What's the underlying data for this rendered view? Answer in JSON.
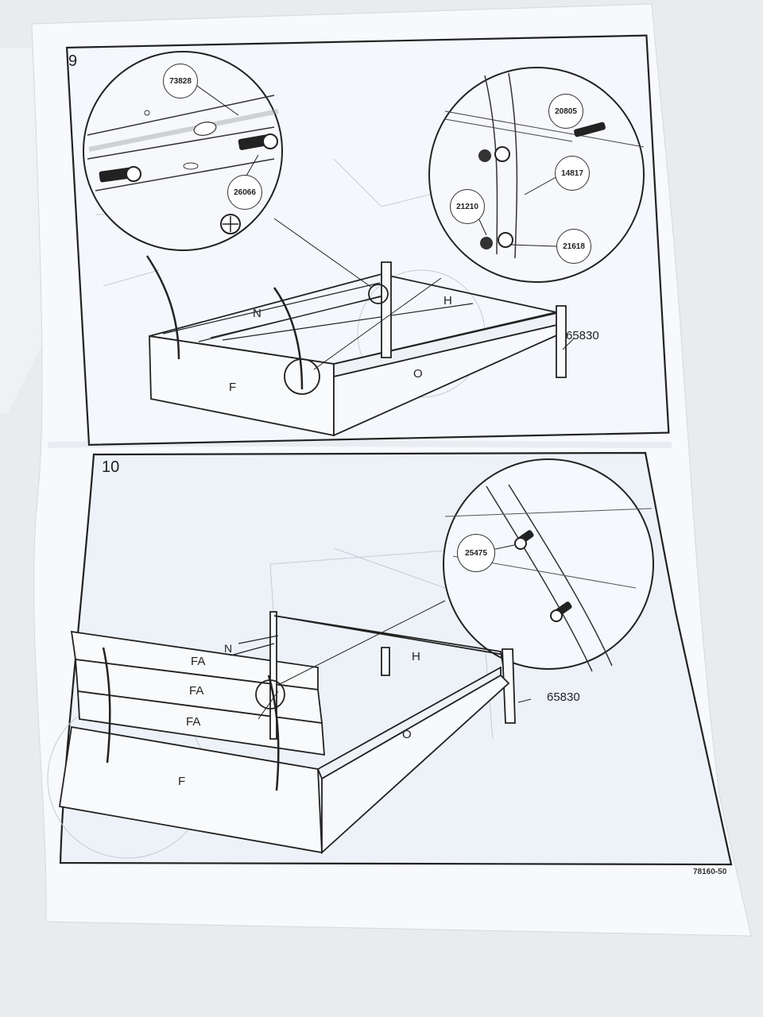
{
  "document": {
    "doc_code": "78160-50"
  },
  "steps": [
    {
      "number": "9",
      "part_callouts": [
        "73828",
        "26066",
        "20805",
        "14817",
        "21210",
        "21618"
      ],
      "panel_labels": [
        "N",
        "H",
        "F",
        "O"
      ],
      "part_number_label": "65830"
    },
    {
      "number": "10",
      "part_callouts": [
        "25475"
      ],
      "panel_labels": [
        "N",
        "H",
        "FA",
        "FA",
        "FA",
        "O",
        "F"
      ],
      "part_number_label": "65830"
    }
  ],
  "colors": {
    "paper": "#f7f9fc",
    "panel_tint": "#eef3fa",
    "ink": "#2a2a2a",
    "background": "#e9ebee"
  }
}
